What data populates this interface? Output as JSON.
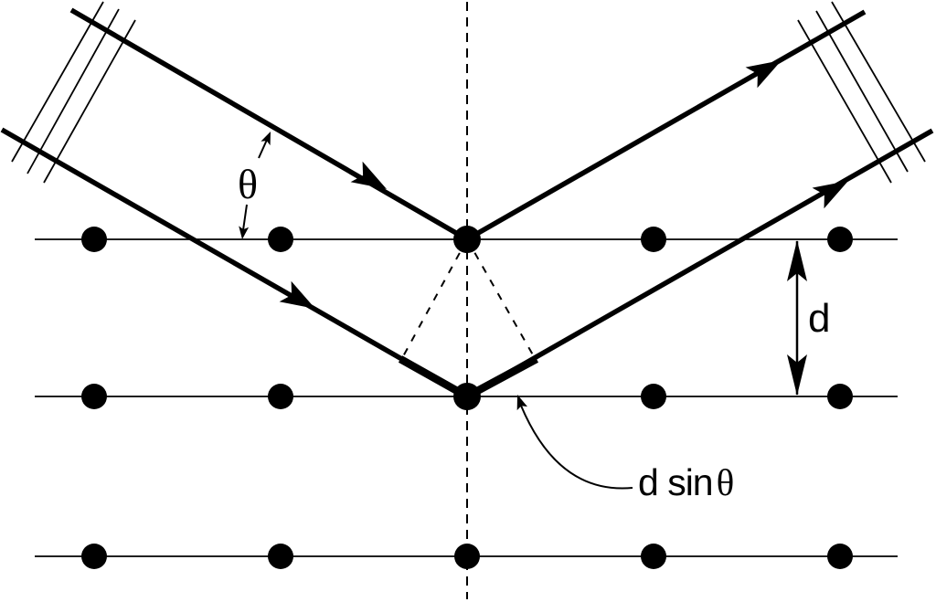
{
  "colors": {
    "ink": "#000000",
    "background": "#ffffff"
  },
  "labels": {
    "incidence_angle": "θ",
    "plane_spacing": "d",
    "path_difference_prefix": "d sin",
    "path_difference_theta": "θ"
  },
  "diagram_content": {
    "lattice_rows": 3,
    "atoms_per_row": 5,
    "incident_rays": 2,
    "reflected_rays": 2,
    "wavefront_marks_per_beam": 3
  }
}
